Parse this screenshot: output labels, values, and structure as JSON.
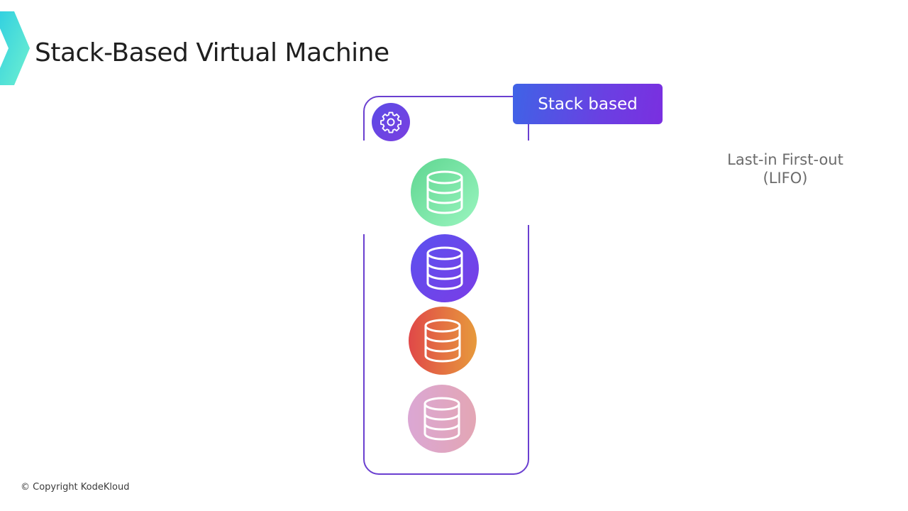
{
  "slide": {
    "title": "Stack-Based Virtual Machine",
    "logo_icon": "kodekloud-chevron-logo",
    "brand_color": "#3fd6d6"
  },
  "diagram": {
    "label": "Stack based",
    "label_colors": [
      "#3f63e6",
      "#7a2fe0"
    ],
    "frame_color": "#6a3fd0",
    "top_icon": "gear-icon",
    "stack_items": [
      {
        "icon": "database-icon",
        "colors": [
          "#5fd691",
          "#9af5bf"
        ]
      },
      {
        "icon": "database-icon",
        "colors": [
          "#5b52ef",
          "#7a3ce6"
        ]
      },
      {
        "icon": "database-icon",
        "colors": [
          "#e04848",
          "#e79a3c"
        ]
      },
      {
        "icon": "database-icon",
        "colors": [
          "#dba7d4",
          "#e3a6b4"
        ]
      }
    ],
    "annotation_line1": "Last-in First-out",
    "annotation_line2": "(LIFO)"
  },
  "footer": {
    "copyright": "© Copyright KodeKloud"
  }
}
